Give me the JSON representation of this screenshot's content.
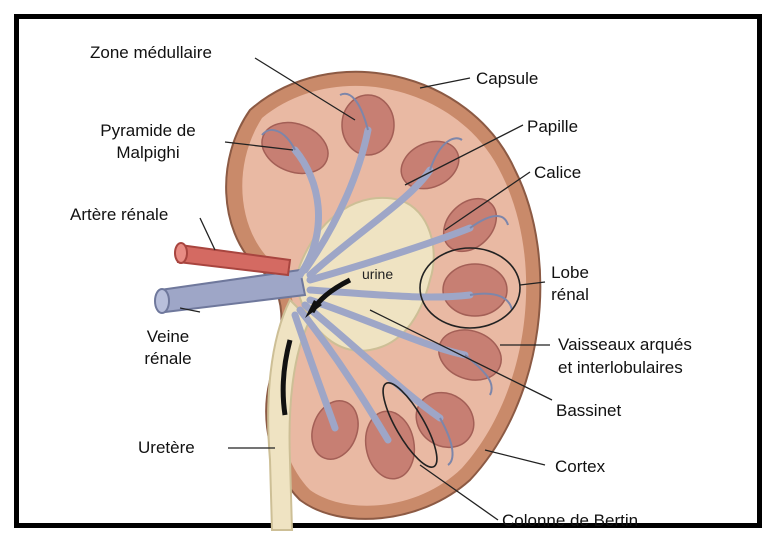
{
  "diagram": {
    "labels": {
      "zone_medullaire": "Zone médullaire",
      "capsule": "Capsule",
      "pyramide_line1": "Pyramide de",
      "pyramide_line2": "Malpighi",
      "papille": "Papille",
      "calice": "Calice",
      "artere": "Artère rénale",
      "lobe_line1": "Lobe",
      "lobe_line2": "rénal",
      "veine_line1": "Veine",
      "veine_line2": "rénale",
      "vaisseaux_line1": "Vaisseaux arqués",
      "vaisseaux_line2": "et interlobulaires",
      "bassinet": "Bassinet",
      "uretere": "Uretère",
      "cortex": "Cortex",
      "colonne": "Colonne de Bertin",
      "urine": "urine"
    },
    "colors": {
      "capsule": "#c98a6a",
      "cortex": "#e9b9a3",
      "pyramid": "#c77f73",
      "pelvis": "#efe3c2",
      "vessel": "#9ea6c7",
      "artery": "#d46a62",
      "line": "#222222"
    }
  }
}
